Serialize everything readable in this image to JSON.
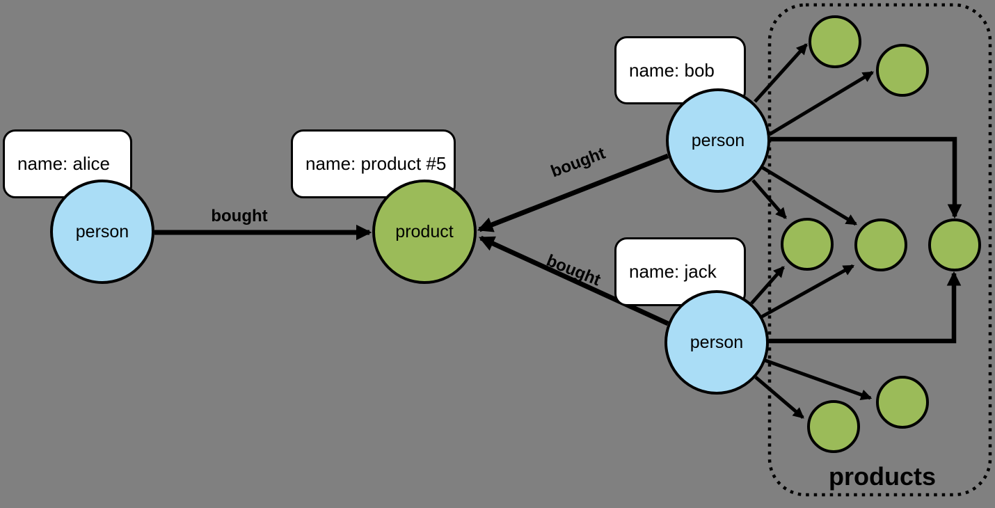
{
  "colors": {
    "canvas-bg": "#808080",
    "person-fill": "#aaddf6",
    "product-fill": "#9bbb59",
    "node-stroke": "#000000",
    "edge-color": "#000000",
    "label-box-bg": "#ffffff"
  },
  "nodes": {
    "alice": {
      "label": "person",
      "property": "name: alice"
    },
    "product5": {
      "label": "product",
      "property": "name: product #5"
    },
    "bob": {
      "label": "person",
      "property": "name: bob"
    },
    "jack": {
      "label": "person",
      "property": "name: jack"
    }
  },
  "edges": {
    "alice_product": {
      "label": "bought"
    },
    "bob_product": {
      "label": "bought"
    },
    "jack_product": {
      "label": "bought"
    }
  },
  "group": {
    "label": "products",
    "unnamed_product_count": 7
  }
}
